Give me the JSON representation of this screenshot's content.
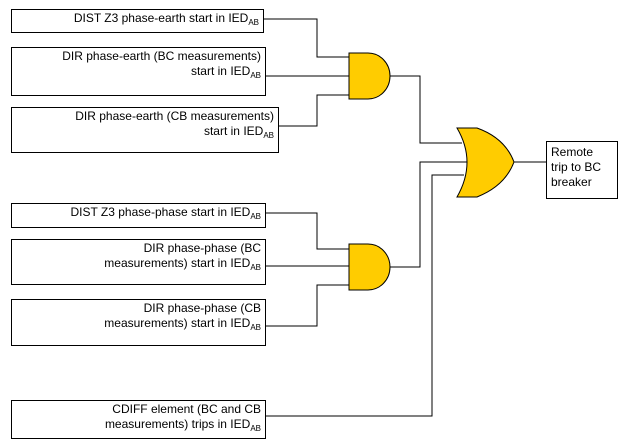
{
  "inputs": [
    {
      "lines": [
        "DIST Z3 phase-earth start in IED"
      ],
      "sub": "AB"
    },
    {
      "lines": [
        "DIR phase-earth (BC measurements)",
        "start in IED"
      ],
      "sub": "AB"
    },
    {
      "lines": [
        "DIR phase-earth (CB measurements)",
        "start in IED"
      ],
      "sub": "AB"
    },
    {
      "lines": [
        "DIST Z3 phase-phase start in IED"
      ],
      "sub": "AB"
    },
    {
      "lines": [
        "DIR phase-phase (BC",
        "measurements) start in IED"
      ],
      "sub": "AB"
    },
    {
      "lines": [
        "DIR phase-phase (CB",
        "measurements) start in IED"
      ],
      "sub": "AB"
    },
    {
      "lines": [
        "CDIFF element (BC and CB",
        "measurements) trips in  IED"
      ],
      "sub": "AB"
    }
  ],
  "output": {
    "lines": [
      "Remote",
      "trip to BC",
      "breaker"
    ]
  },
  "colors": {
    "gate_fill": "#ffcc00",
    "line": "#000000"
  }
}
